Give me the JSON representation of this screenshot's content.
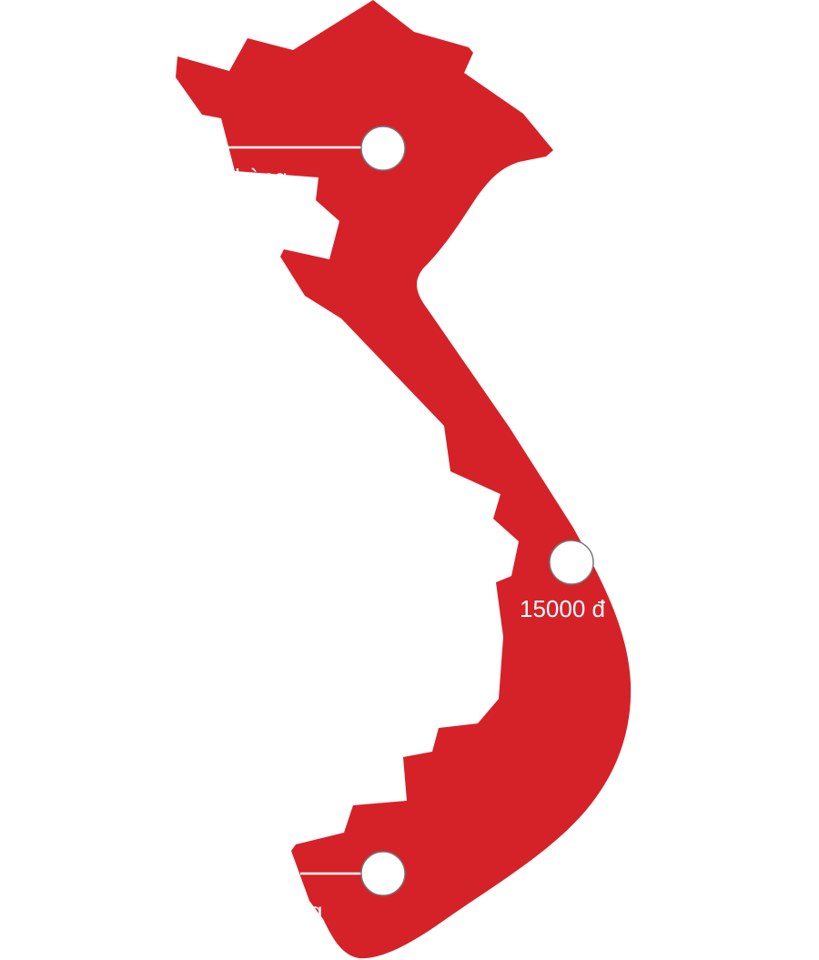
{
  "map": {
    "fill_color": "#d52229",
    "markers": [
      {
        "id": "north",
        "label": "hàng"
      },
      {
        "id": "central",
        "label": "15000 đ"
      },
      {
        "id": "south",
        "label": "g"
      }
    ]
  }
}
